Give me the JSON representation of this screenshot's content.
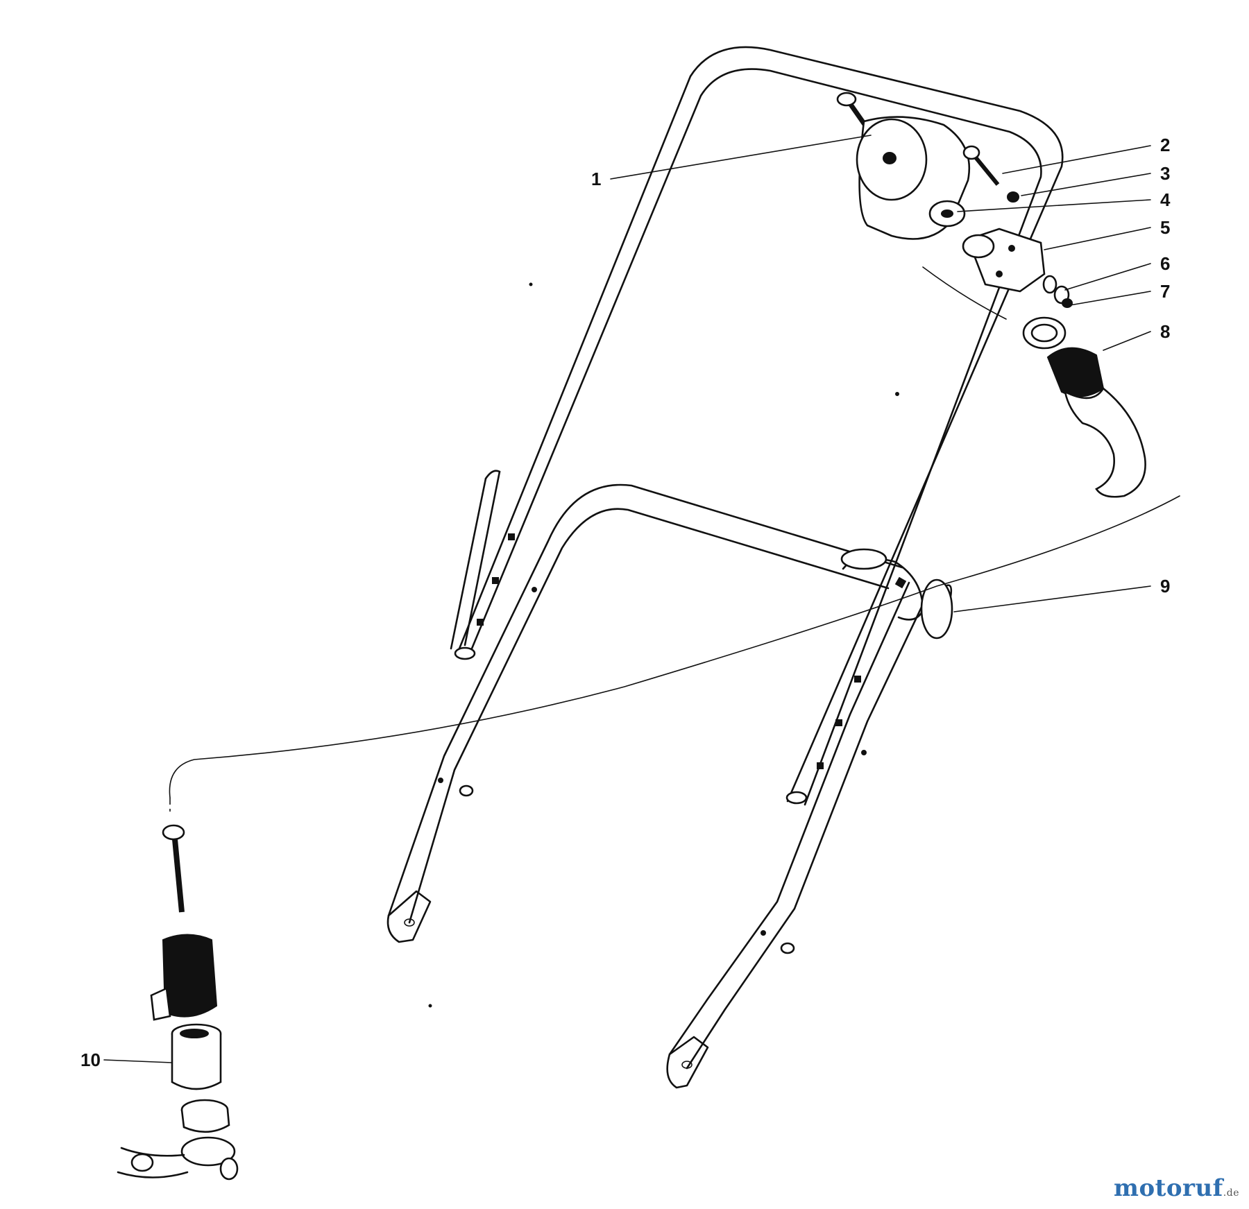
{
  "diagram": {
    "part_numbers": {
      "p1": "1",
      "p2": "2",
      "p3": "3",
      "p4": "4",
      "p5": "5",
      "p6": "6",
      "p7": "7",
      "p8": "8",
      "p9": "9",
      "p10": "10"
    }
  },
  "watermark": {
    "text": "motoruf",
    "suffix": ".de"
  },
  "colors": {
    "line": "#111111",
    "background": "#ffffff",
    "watermark": "#2f6fb0"
  }
}
